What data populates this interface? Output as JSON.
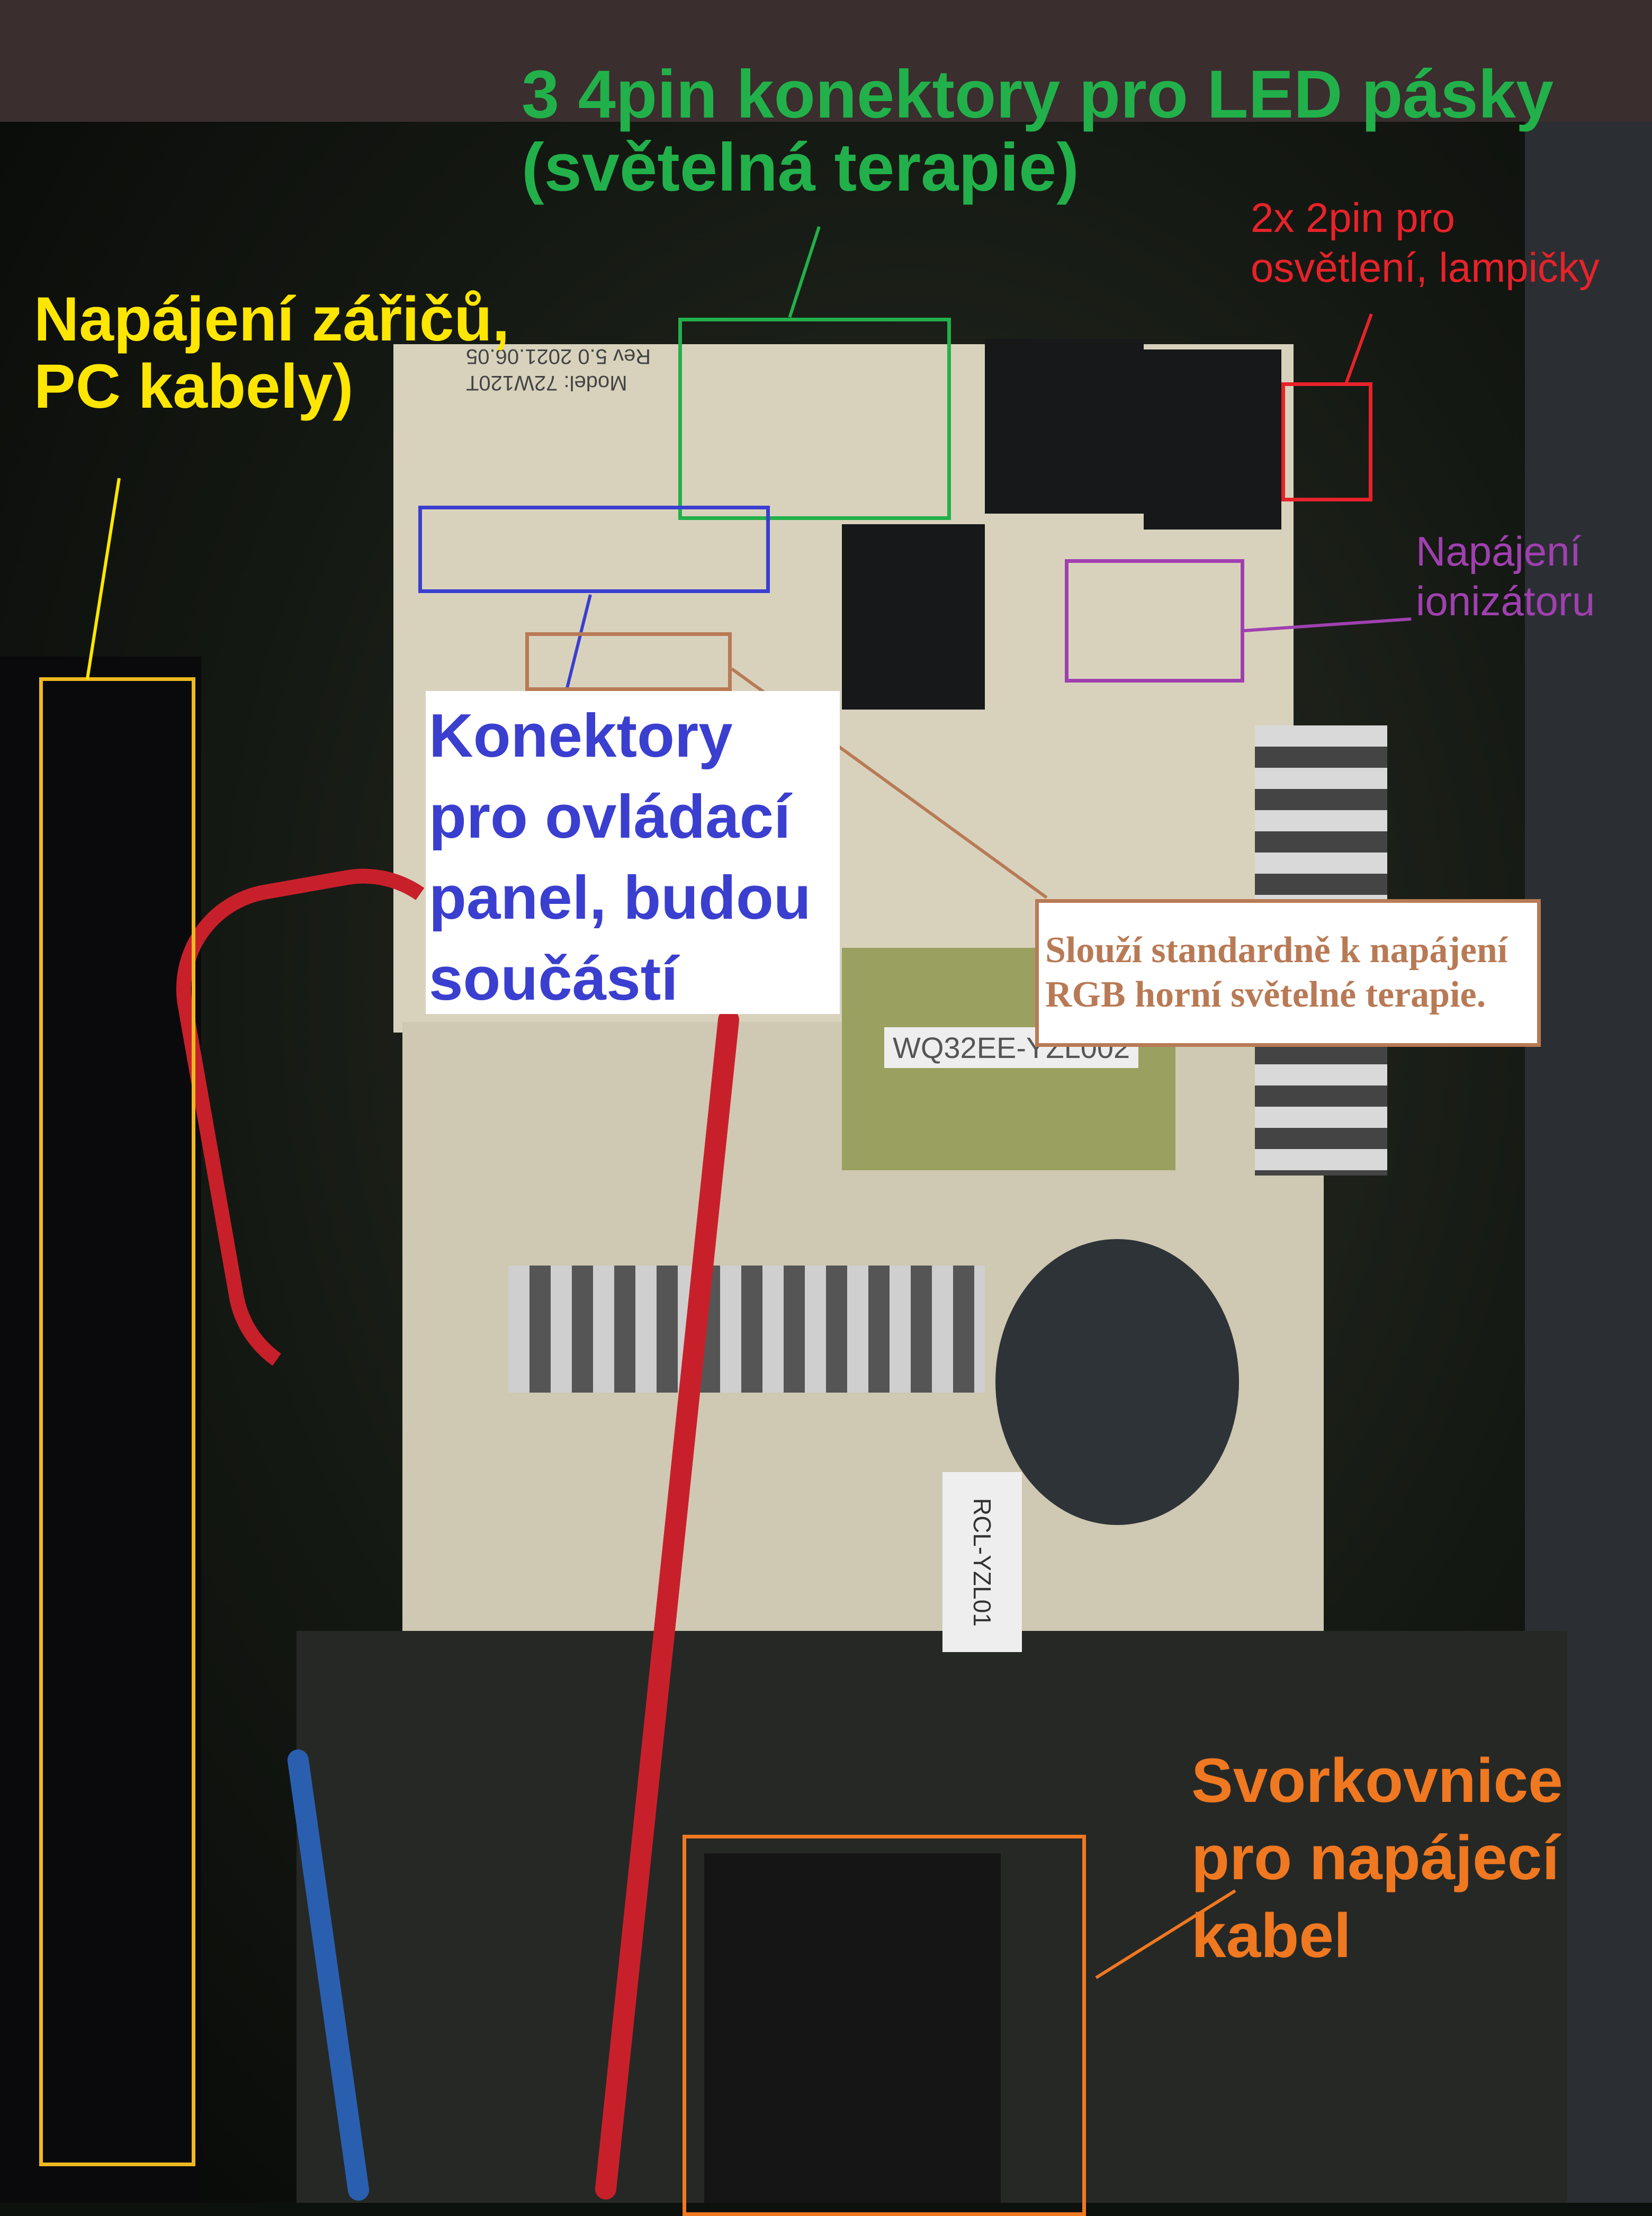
{
  "annotations": {
    "led_connectors": {
      "lines": [
        "3 4pin konektory pro LED pásky",
        "(světelná terapie)"
      ],
      "color": "#22b04a"
    },
    "lighting_connectors": {
      "lines": [
        "2x 2pin pro",
        "osvětlení, lampičky"
      ],
      "color": "#e8222a"
    },
    "emitter_power": {
      "lines": [
        "Napájení zářičů,",
        "PC kabely)"
      ],
      "color": "#ffe600"
    },
    "control_panel": {
      "lines": [
        "Konektory",
        "pro ovládací",
        "panel, budou",
        "součástí"
      ],
      "color": "#3a3fd0"
    },
    "rgb_note": {
      "lines": [
        "Slouží standardně k napájení",
        "RGB horní světelné terapie."
      ],
      "color": "#b87a55"
    },
    "ionizer": {
      "lines": [
        "Napájení",
        "ionizátoru"
      ],
      "color": "#a040b0"
    },
    "terminal_block": {
      "lines": [
        "Svorkovnice",
        "pro napájecí",
        "kabel"
      ],
      "color": "#f07820"
    }
  },
  "board_markings": {
    "transformer": "WQ32EE-YZL002",
    "choke": "RCL-YZL01",
    "model": "Model: 72W120T",
    "rev": "Rev 5.0  2021.06.05"
  }
}
